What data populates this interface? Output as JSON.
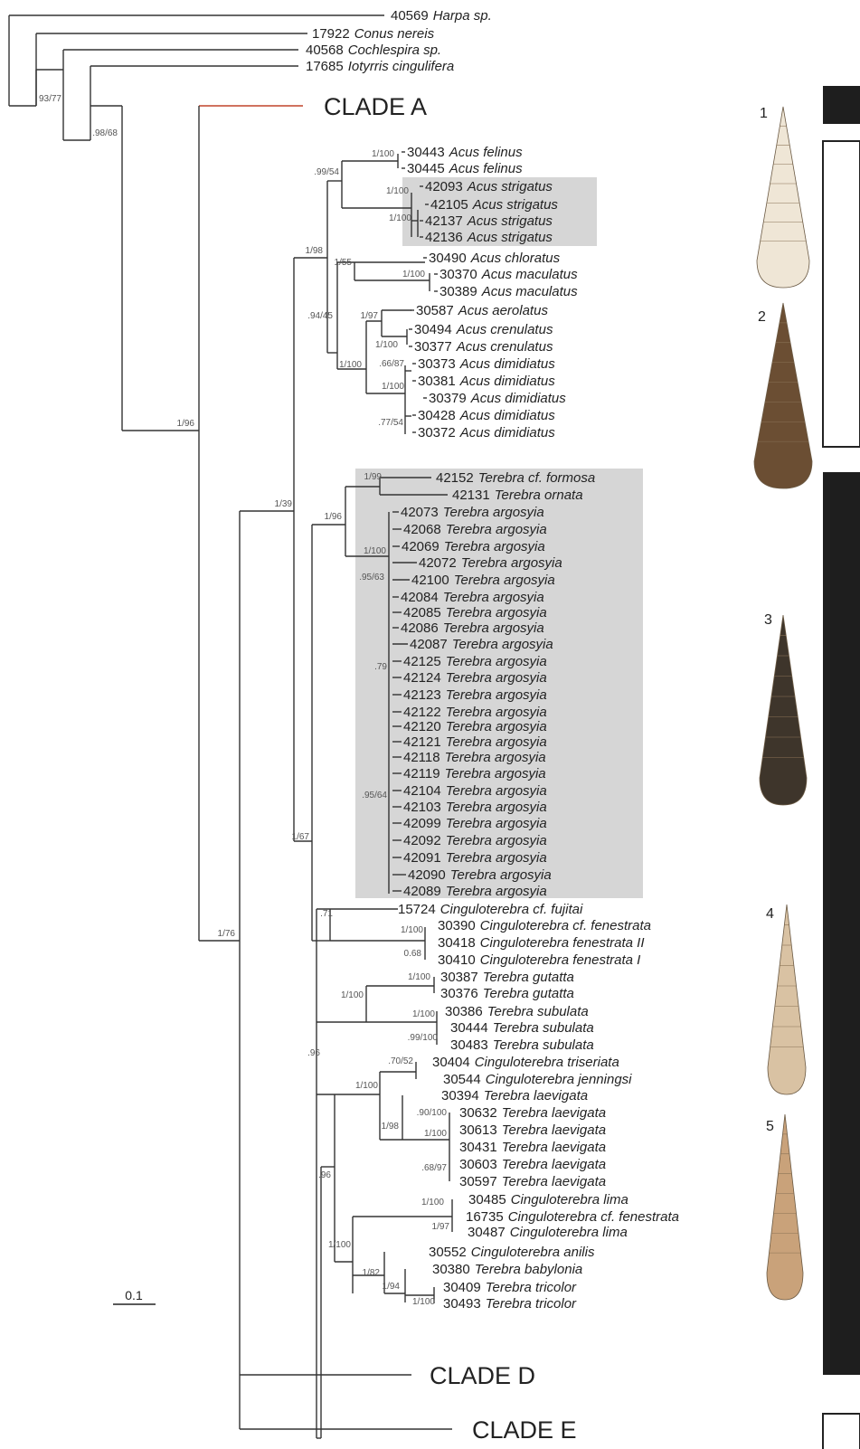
{
  "scale_bar": {
    "label": "0.1"
  },
  "outgroups": [
    {
      "id": "40569",
      "name": "Harpa sp."
    },
    {
      "id": "17922",
      "name": "Conus nereis"
    },
    {
      "id": "40568",
      "name": "Cochlespira sp."
    },
    {
      "id": "17685",
      "name": "Iotyrris cingulifera"
    }
  ],
  "clade_labels": [
    "CLADE A",
    "CLADE D",
    "CLADE E"
  ],
  "acus_tips": [
    {
      "id": "30443",
      "name": "Acus felinus"
    },
    {
      "id": "30445",
      "name": "Acus felinus"
    },
    {
      "id": "42093",
      "name": "Acus strigatus"
    },
    {
      "id": "42105",
      "name": "Acus strigatus"
    },
    {
      "id": "42137",
      "name": "Acus strigatus"
    },
    {
      "id": "42136",
      "name": "Acus strigatus"
    },
    {
      "id": "30490",
      "name": "Acus chloratus"
    },
    {
      "id": "30370",
      "name": "Acus maculatus"
    },
    {
      "id": "30389",
      "name": "Acus maculatus"
    },
    {
      "id": "30587",
      "name": "Acus aerolatus"
    },
    {
      "id": "30494",
      "name": "Acus crenulatus"
    },
    {
      "id": "30377",
      "name": "Acus crenulatus"
    },
    {
      "id": "30373",
      "name": "Acus dimidiatus"
    },
    {
      "id": "30381",
      "name": "Acus dimidiatus"
    },
    {
      "id": "30379",
      "name": "Acus dimidiatus"
    },
    {
      "id": "30428",
      "name": "Acus dimidiatus"
    },
    {
      "id": "30372",
      "name": "Acus dimidiatus"
    }
  ],
  "terebra_tips": [
    {
      "id": "42152",
      "name": "Terebra cf. formosa"
    },
    {
      "id": "42131",
      "name": "Terebra ornata"
    },
    {
      "id": "42073",
      "name": "Terebra argosyia"
    },
    {
      "id": "42068",
      "name": "Terebra argosyia"
    },
    {
      "id": "42069",
      "name": "Terebra argosyia"
    },
    {
      "id": "42072",
      "name": "Terebra argosyia"
    },
    {
      "id": "42100",
      "name": "Terebra argosyia"
    },
    {
      "id": "42084",
      "name": "Terebra argosyia"
    },
    {
      "id": "42085",
      "name": "Terebra argosyia"
    },
    {
      "id": "42086",
      "name": "Terebra argosyia"
    },
    {
      "id": "42087",
      "name": "Terebra argosyia"
    },
    {
      "id": "42125",
      "name": "Terebra argosyia"
    },
    {
      "id": "42124",
      "name": "Terebra argosyia"
    },
    {
      "id": "42123",
      "name": "Terebra argosyia"
    },
    {
      "id": "42122",
      "name": "Terebra argosyia"
    },
    {
      "id": "42120",
      "name": "Terebra argosyia"
    },
    {
      "id": "42121",
      "name": "Terebra argosyia"
    },
    {
      "id": "42118",
      "name": "Terebra argosyia"
    },
    {
      "id": "42119",
      "name": "Terebra argosyia"
    },
    {
      "id": "42104",
      "name": "Terebra argosyia"
    },
    {
      "id": "42103",
      "name": "Terebra argosyia"
    },
    {
      "id": "42099",
      "name": "Terebra argosyia"
    },
    {
      "id": "42092",
      "name": "Terebra argosyia"
    },
    {
      "id": "42091",
      "name": "Terebra argosyia"
    },
    {
      "id": "42090",
      "name": "Terebra argosyia"
    },
    {
      "id": "42089",
      "name": "Terebra argosyia"
    }
  ],
  "cingulo_tips": [
    {
      "id": "15724",
      "name": "Cinguloterebra cf. fujitai"
    },
    {
      "id": "30390",
      "name": "Cinguloterebra cf. fenestrata"
    },
    {
      "id": "30418",
      "name": "Cinguloterebra fenestrata II"
    },
    {
      "id": "30410",
      "name": "Cinguloterebra fenestrata I"
    },
    {
      "id": "30387",
      "name": "Terebra gutatta"
    },
    {
      "id": "30376",
      "name": "Terebra gutatta"
    },
    {
      "id": "30386",
      "name": "Terebra subulata"
    },
    {
      "id": "30444",
      "name": "Terebra subulata"
    },
    {
      "id": "30483",
      "name": "Terebra subulata"
    },
    {
      "id": "30404",
      "name": "Cinguloterebra triseriata"
    },
    {
      "id": "30544",
      "name": "Cinguloterebra jenningsi"
    },
    {
      "id": "30394",
      "name": "Terebra laevigata"
    },
    {
      "id": "30632",
      "name": "Terebra laevigata"
    },
    {
      "id": "30613",
      "name": "Terebra laevigata"
    },
    {
      "id": "30431",
      "name": "Terebra laevigata"
    },
    {
      "id": "30603",
      "name": "Terebra laevigata"
    },
    {
      "id": "30597",
      "name": "Terebra laevigata"
    },
    {
      "id": "30485",
      "name": "Cinguloterebra lima"
    },
    {
      "id": "16735",
      "name": "Cinguloterebra cf. fenestrata"
    },
    {
      "id": "30487",
      "name": "Cinguloterebra lima"
    },
    {
      "id": "30552",
      "name": "Cinguloterebra anilis"
    },
    {
      "id": "30380",
      "name": "Terebra babylonia"
    },
    {
      "id": "30409",
      "name": "Terebra tricolor"
    },
    {
      "id": "30493",
      "name": "Terebra tricolor"
    }
  ],
  "support_values": [
    "93/77",
    ".98/68",
    "1/96",
    "1/39",
    "1/67",
    "1/76",
    ".99/54",
    "1/100",
    "1/100",
    "1/100",
    "1/98",
    "1/55",
    "1/100",
    ".94/45",
    "1/97",
    "1/100",
    "1/100",
    ".66/87",
    "1/100",
    ".77/54",
    "1/99",
    "1/96",
    "1/100",
    ".95/63",
    ".79",
    ".95/64",
    ".71",
    "1/100",
    "0.68",
    "1/100",
    "1/100",
    "1/100",
    ".99/100",
    ".96",
    ".70/52",
    "1/100",
    "1/98",
    ".90/100",
    "1/100",
    ".68/97",
    ".96",
    "1/100",
    "1/97",
    "1/100",
    "1/82",
    "1/94",
    "1/100"
  ],
  "shell_numbers": [
    "1",
    "2",
    "3",
    "4",
    "5"
  ],
  "colors": {
    "line": "#333333",
    "highlight": "#d6d6d6",
    "clade_a_branch": "#c0442a",
    "bar": "#1e1e1e"
  }
}
